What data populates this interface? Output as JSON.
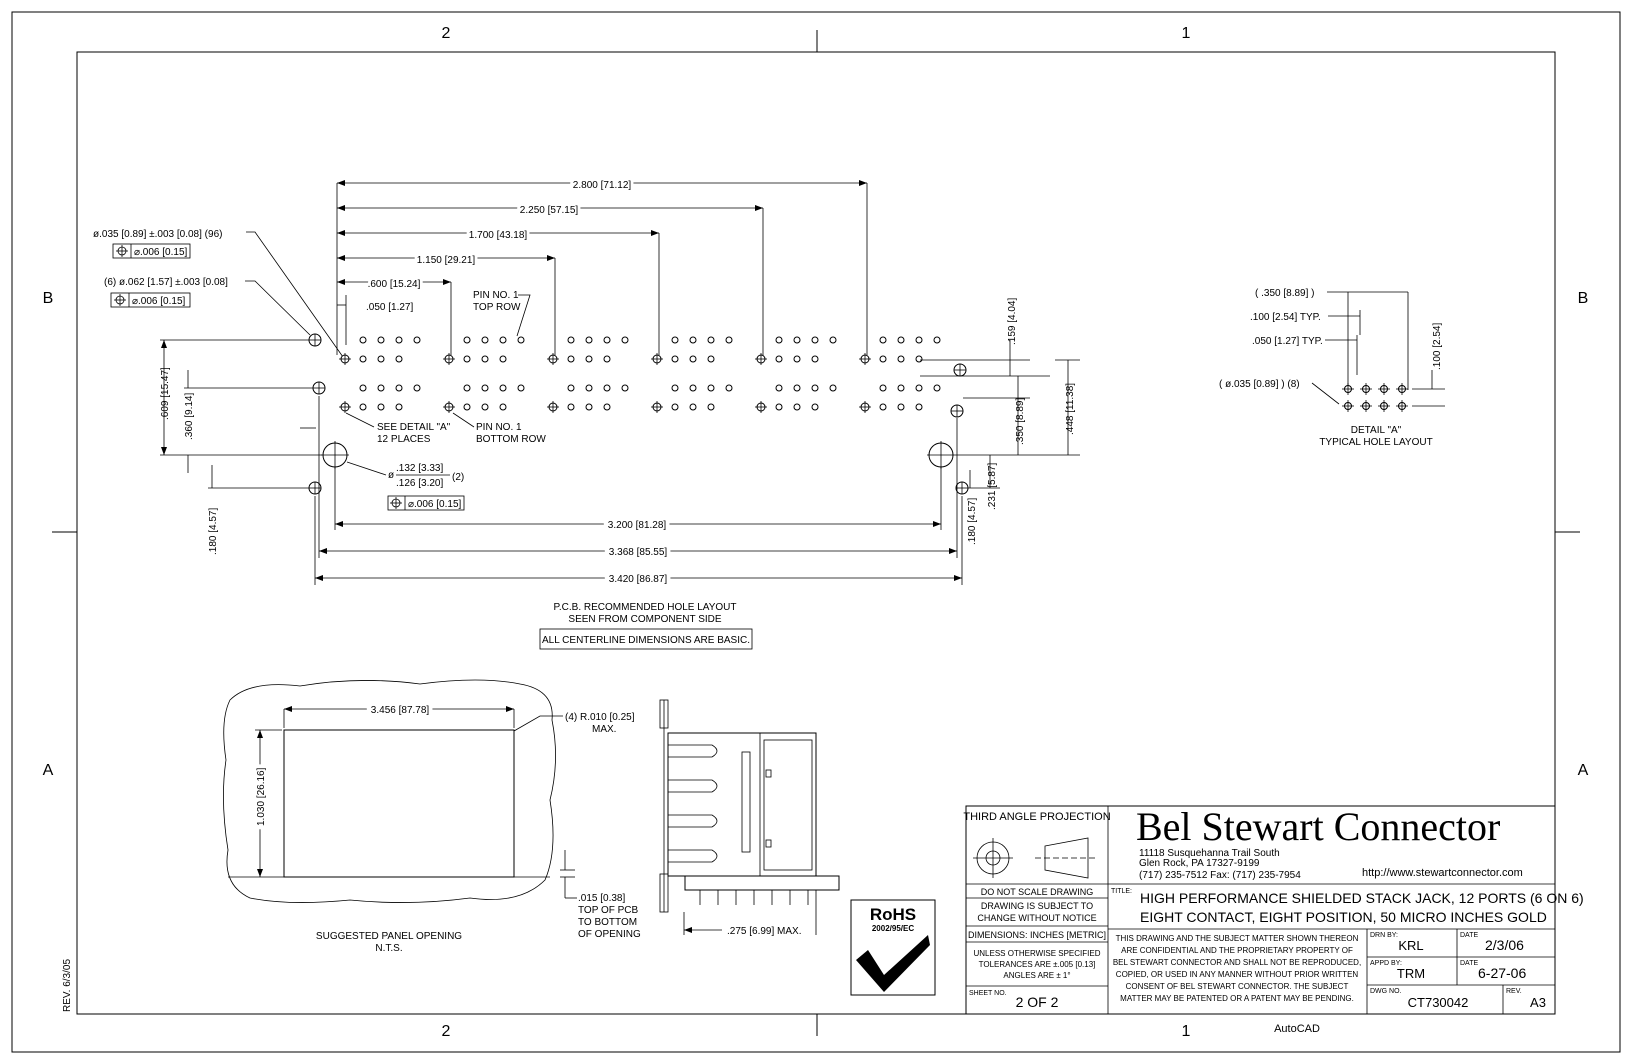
{
  "zones": {
    "top_left": "2",
    "top_right": "1",
    "bottom_left": "2",
    "bottom_right": "1",
    "row_b": "B",
    "row_a": "A"
  },
  "rev_note": "REV. 6/3/05",
  "autocad": "AutoCAD",
  "pcb": {
    "dims_top": [
      "2.800 [71.12]",
      "2.250 [57.15]",
      "1.700 [43.18]",
      "1.150 [29.21]",
      ".600 [15.24]",
      ".050 [1.27]"
    ],
    "hole_callout_1": "ø.035 [0.89] ±.003 [0.08] (96)",
    "tol_1": "⌀.006 [0.15]",
    "hole_callout_2": "(6) ø.062 [1.57] ±.003 [0.08]",
    "tol_2": "⌀.006 [0.15]",
    "pin1_top": [
      "PIN NO. 1",
      "TOP ROW"
    ],
    "pin1_bottom": [
      "PIN NO. 1",
      "BOTTOM ROW"
    ],
    "see_detail": [
      "SEE DETAIL \"A\"",
      "12 PLACES"
    ],
    "left_dims": [
      ".609 [15.47]",
      ".360 [9.14]",
      ".180 [4.57]"
    ],
    "right_dims": [
      ".159 [4.04]",
      ".350 [8.89]",
      ".448 [11.38]",
      ".231 [5.87]",
      ".180 [4.57]"
    ],
    "big_hole_num": ".132 [3.33]",
    "big_hole_den": ".126 [3.20]",
    "big_hole_qty": "(2)",
    "big_hole_phi": "ø",
    "tol_3": "⌀.006 [0.15]",
    "dims_bottom": [
      "3.200 [81.28]",
      "3.368 [85.55]",
      "3.420 [86.87]"
    ],
    "caption": [
      "P.C.B. RECOMMENDED HOLE LAYOUT",
      "SEEN FROM COMPONENT SIDE"
    ],
    "basic_note": "ALL CENTERLINE DIMENSIONS ARE BASIC."
  },
  "detail": {
    "d1": "( .350 [8.89] )",
    "d2": ".100 [2.54] TYP.",
    "d3": ".050 [1.27] TYP.",
    "d4": "( ø.035 [0.89] ) (8)",
    "d5": ".100 [2.54]",
    "caption": [
      "DETAIL \"A\"",
      "TYPICAL HOLE LAYOUT"
    ]
  },
  "panel": {
    "width": "3.456 [87.78]",
    "height": "1.030 [26.16]",
    "radius": [
      "(4) R.010 [0.25]",
      "MAX."
    ],
    "pcb_note": [
      ".015 [0.38]",
      "TOP OF PCB",
      "TO BOTTOM",
      "OF OPENING"
    ],
    "caption": [
      "SUGGESTED PANEL OPENING",
      "N.T.S."
    ],
    "side_dim": ".275 [6.99] MAX."
  },
  "title_block": {
    "projection": "THIRD ANGLE PROJECTION",
    "company": "Bel Stewart Connector",
    "address": [
      "11118 Susquehanna Trail South",
      "Glen Rock, PA  17327-9199",
      "(717) 235-7512  Fax: (717) 235-7954"
    ],
    "url": "http://www.stewartconnector.com",
    "notes": [
      "DO NOT SCALE DRAWING",
      "DRAWING IS SUBJECT TO",
      "CHANGE WITHOUT NOTICE",
      "DIMENSIONS: INCHES [METRIC]",
      "UNLESS OTHERWISE SPECIFIED",
      "TOLERANCES ARE ±.005 [0.13]",
      "ANGLES ARE ± 1°"
    ],
    "sheet_label": "SHEET NO.",
    "sheet": "2 OF 2",
    "title_label": "TITLE:",
    "title": [
      "HIGH PERFORMANCE SHIELDED STACK JACK, 12 PORTS (6 ON 6)",
      "EIGHT CONTACT, EIGHT POSITION, 50 MICRO INCHES GOLD"
    ],
    "confidential": [
      "THIS DRAWING AND THE SUBJECT MATTER SHOWN THEREON",
      "ARE CONFIDENTIAL AND THE PROPRIETARY PROPERTY OF",
      "BEL STEWART CONNECTOR AND SHALL NOT BE REPRODUCED,",
      "COPIED, OR USED IN ANY MANNER WITHOUT PRIOR WRITTEN",
      "CONSENT OF BEL STEWART CONNECTOR.  THE SUBJECT",
      "MATTER MAY BE PATENTED OR A PATENT MAY BE PENDING."
    ],
    "drn_label": "DRN BY:",
    "drn": "KRL",
    "date_label": "DATE",
    "date1": "2/3/06",
    "appd_label": "APPD BY:",
    "appd": "TRM",
    "date2": "6-27-06",
    "dwg_label": "DWG NO.",
    "dwg": "CT730042",
    "rev_label": "REV.",
    "rev": "A3",
    "rohs": "RoHS",
    "rohs_sub": "2002/95/EC"
  }
}
